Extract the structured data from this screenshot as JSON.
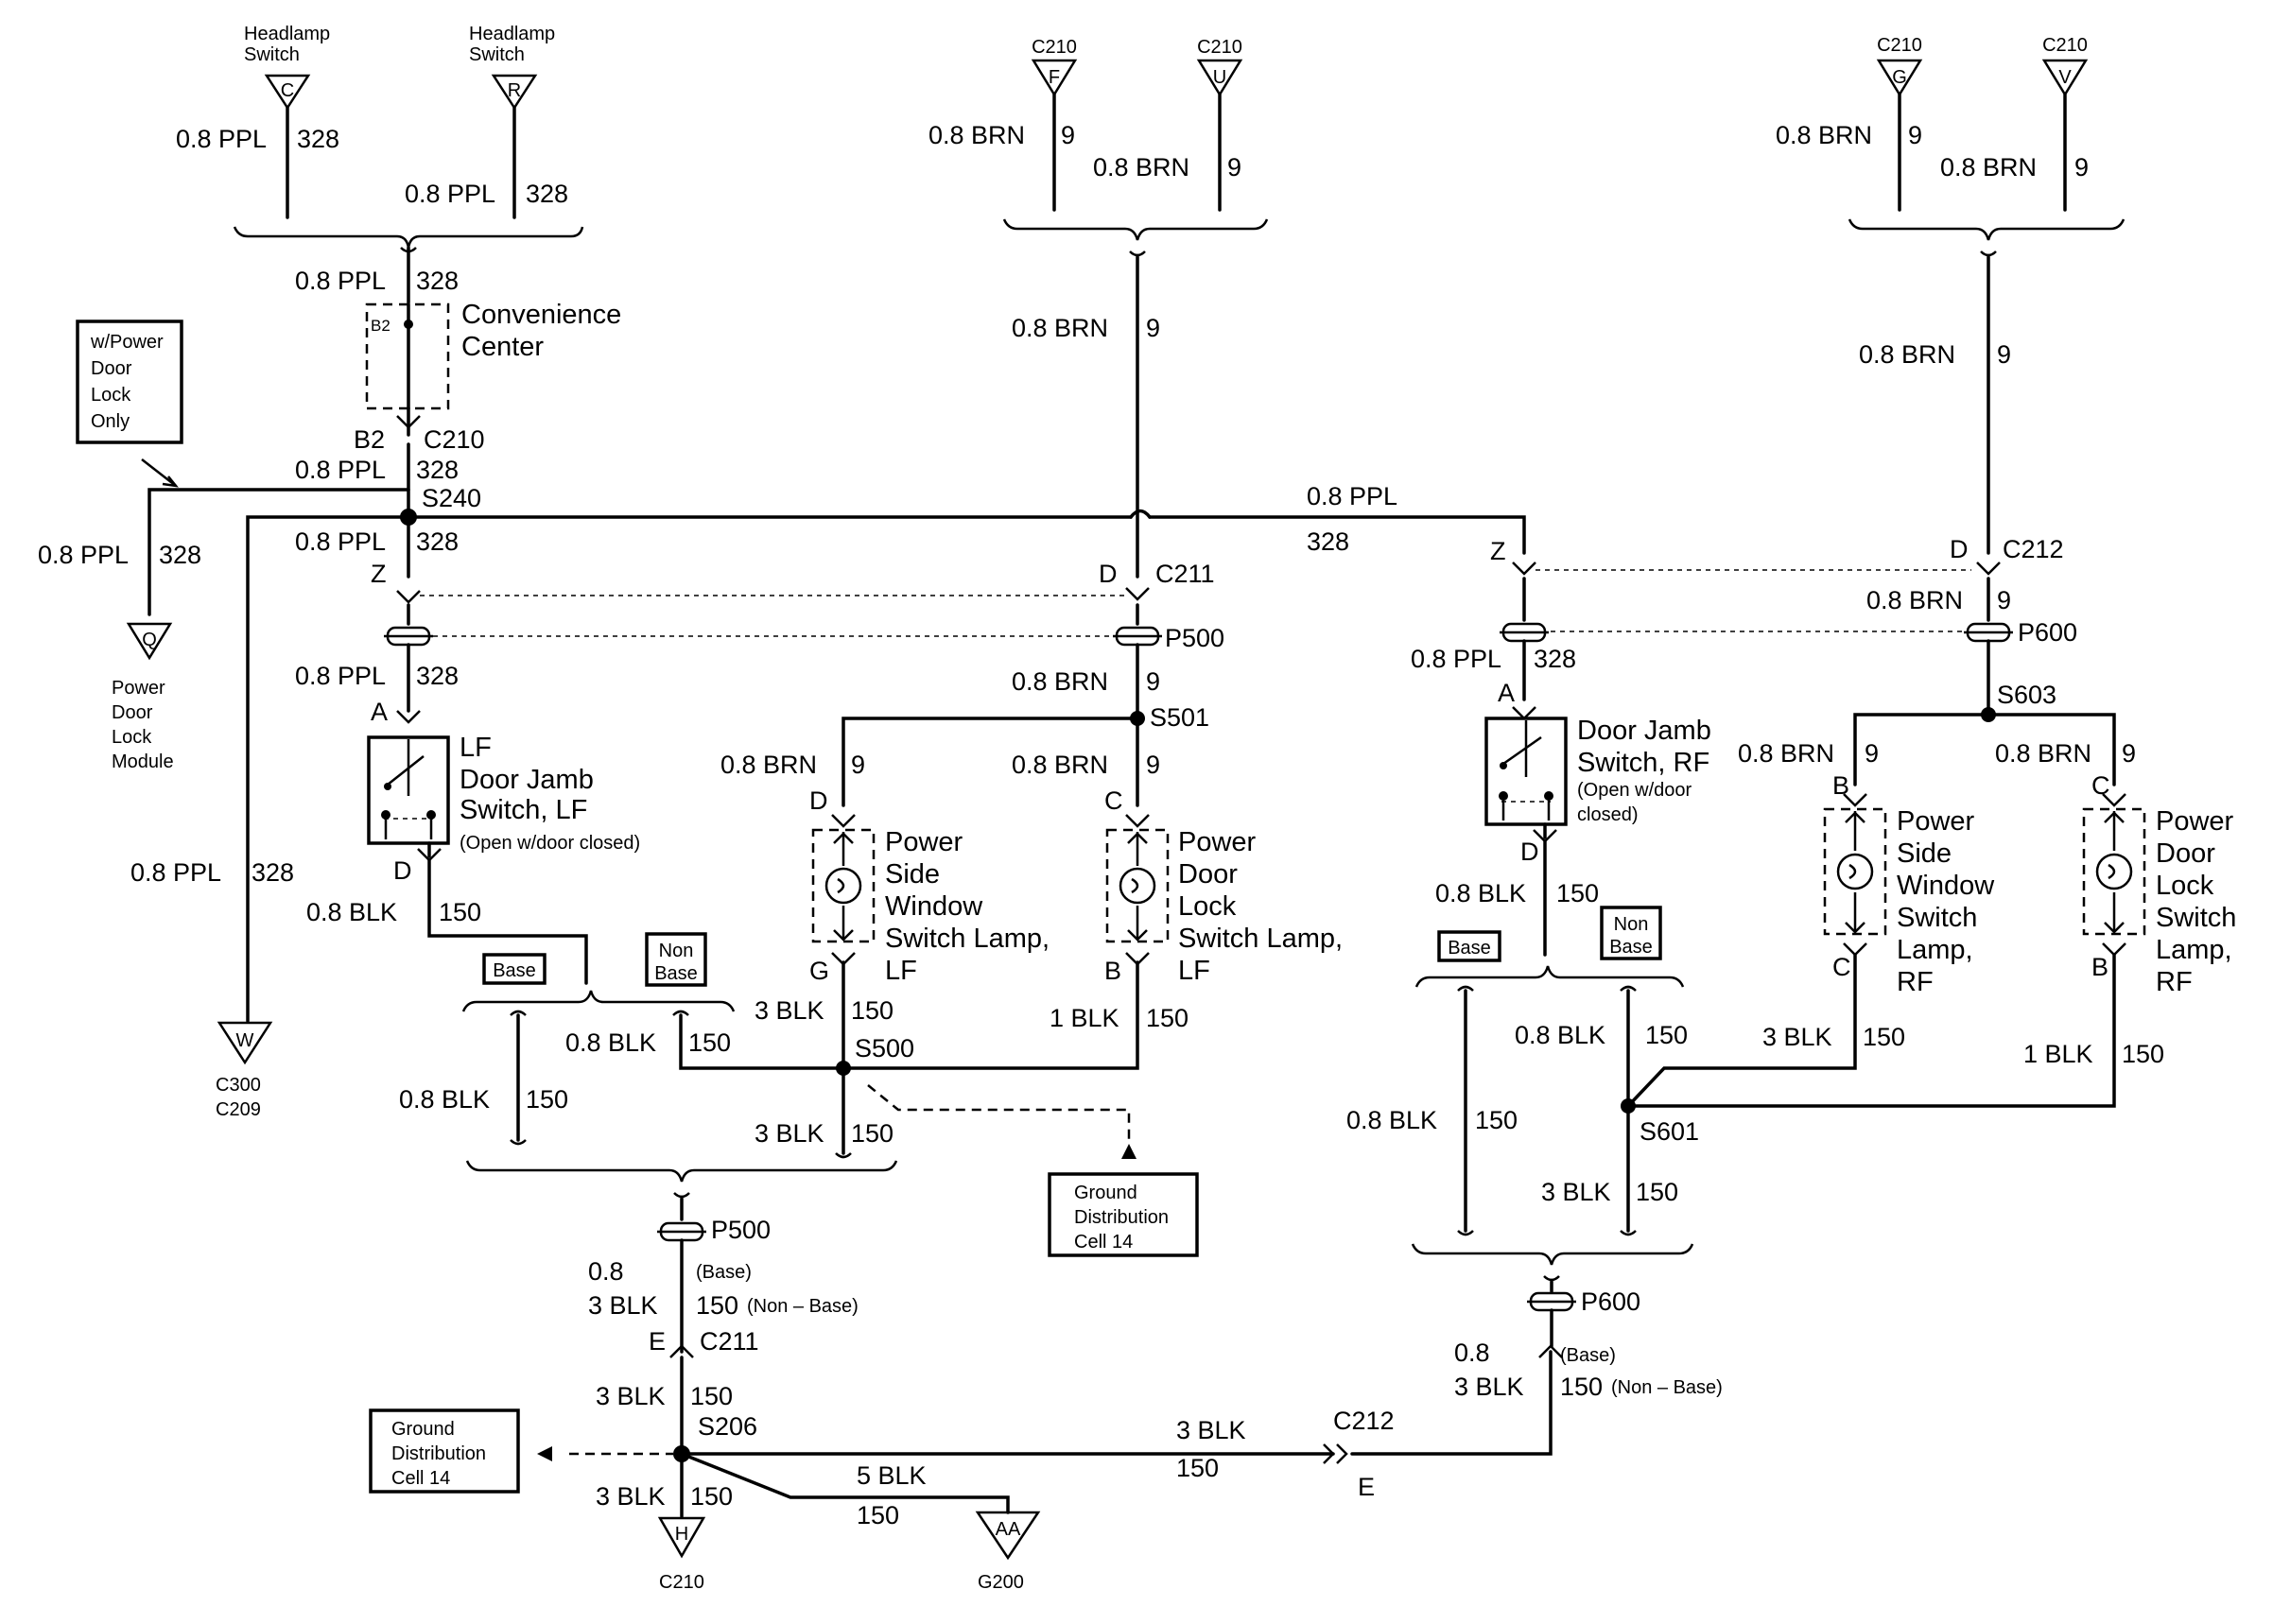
{
  "terminals": {
    "hl_c": {
      "top": "Headlamp",
      "bottom": "Switch",
      "pin": "C"
    },
    "hl_r": {
      "top": "Headlamp",
      "bottom": "Switch",
      "pin": "R"
    },
    "c210_f": {
      "label": "C210",
      "pin": "F"
    },
    "c210_u": {
      "label": "C210",
      "pin": "U"
    },
    "c210_g": {
      "label": "C210",
      "pin": "G"
    },
    "c210_v": {
      "label": "C210",
      "pin": "V"
    },
    "q": {
      "pin": "Q",
      "line1": "Power",
      "line2": "Door",
      "line3": "Lock",
      "line4": "Module"
    },
    "w": {
      "pin": "W",
      "line1": "C300",
      "line2": "C209"
    },
    "h": {
      "pin": "H",
      "line1": "C210"
    },
    "aa": {
      "pin": "AA",
      "line1": "G200"
    }
  },
  "wires": {
    "ppl": "0.8 PPL",
    "brn": "0.8 BRN",
    "blk08": "0.8 BLK",
    "blk3": "3 BLK",
    "blk1": "1 BLK",
    "blk5": "5 BLK",
    "c328": "328",
    "c9": "9",
    "c150": "150",
    "p08": "0.8",
    "base_small": "(Base)",
    "nonbase_small": "(Non – Base)"
  },
  "components": {
    "conv_title1": "Convenience",
    "conv_title2": "Center",
    "conv_pin": "B2",
    "lf_jamb1": "LF",
    "lf_jamb2": "Door Jamb",
    "lf_jamb3": "Switch, LF",
    "lf_jamb_note": "(Open w/door  closed)",
    "rf_jamb1": "Door Jamb",
    "rf_jamb2": "Switch, RF",
    "rf_jamb_note1": "(Open w/door",
    "rf_jamb_note2": "closed)",
    "psw_lf": [
      "Power",
      "Side",
      "Window",
      "Switch Lamp,",
      "LF"
    ],
    "pdl_lf": [
      "Power",
      "Door",
      "Lock",
      "Switch Lamp,",
      "LF"
    ],
    "psw_rf": [
      "Power",
      "Side",
      "Window",
      "Switch",
      "Lamp,",
      "RF"
    ],
    "pdl_rf": [
      "Power",
      "Door",
      "Lock",
      "Switch",
      "Lamp,",
      "RF"
    ]
  },
  "notes": {
    "power_lock": [
      "w/Power",
      "Door",
      "Lock",
      "Only"
    ],
    "ground1": [
      "Ground",
      "Distribution",
      "Cell 14"
    ],
    "ground2": [
      "Ground",
      "Distribution",
      "Cell 14"
    ]
  },
  "options": {
    "base": "Base",
    "non1": "Non",
    "non2": "Base"
  },
  "connectors": {
    "b2": "B2",
    "c210": "C210",
    "s240": "S240",
    "z": "Z",
    "d": "D",
    "c211": "C211",
    "p500": "P500",
    "s501": "S501",
    "a": "A",
    "g": "G",
    "b": "B",
    "c": "C",
    "s500": "S500",
    "e": "E",
    "s206": "S206",
    "c212": "C212",
    "p600": "P600",
    "s603": "S603",
    "s601": "S601"
  }
}
